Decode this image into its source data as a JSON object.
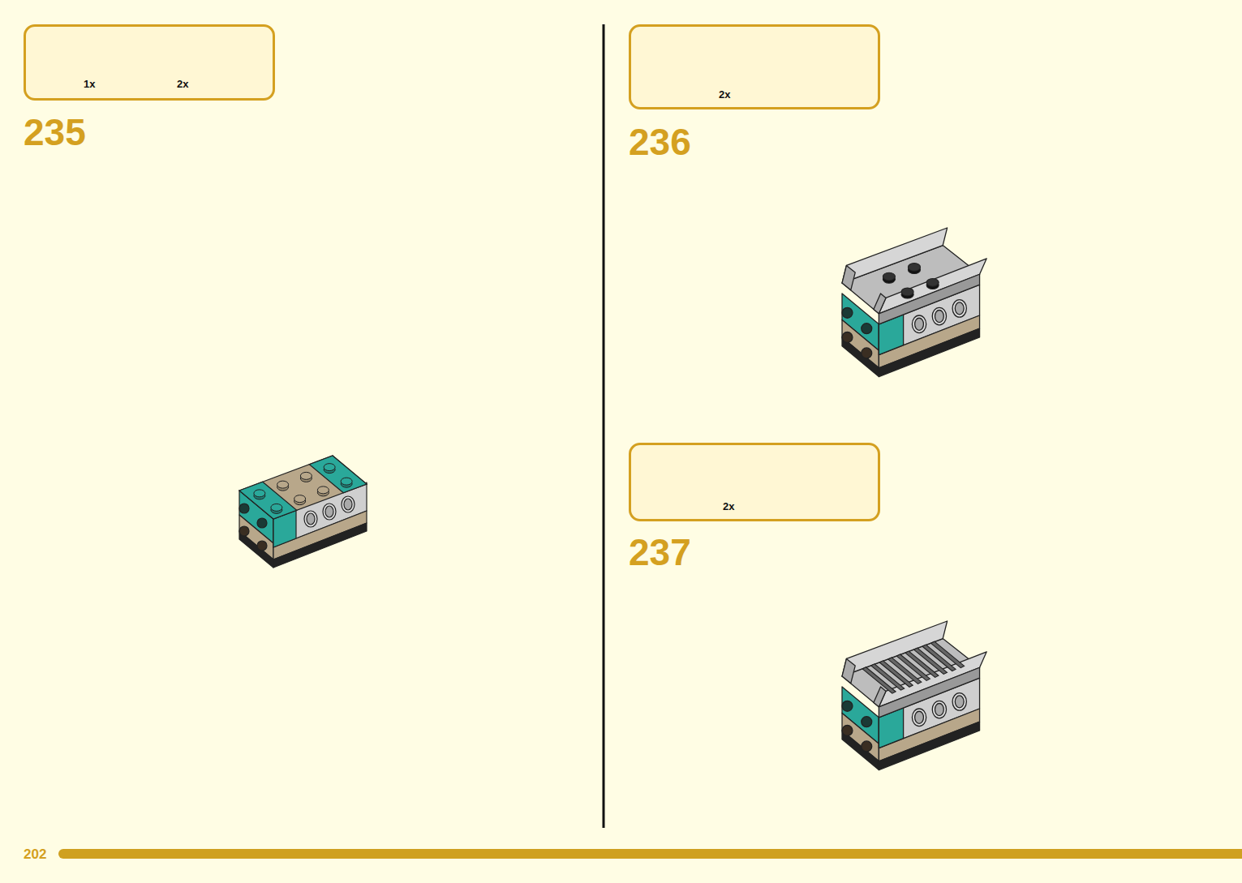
{
  "diagram": {
    "nodes": [
      {
        "text": [
          "1x",
          "2x"
        ]
      },
      {
        "text": [
          "2x"
        ]
      },
      {
        "text": [
          "2x"
        ]
      }
    ],
    "labels": [
      "235",
      "236",
      "237",
      "202"
    ]
  }
}
